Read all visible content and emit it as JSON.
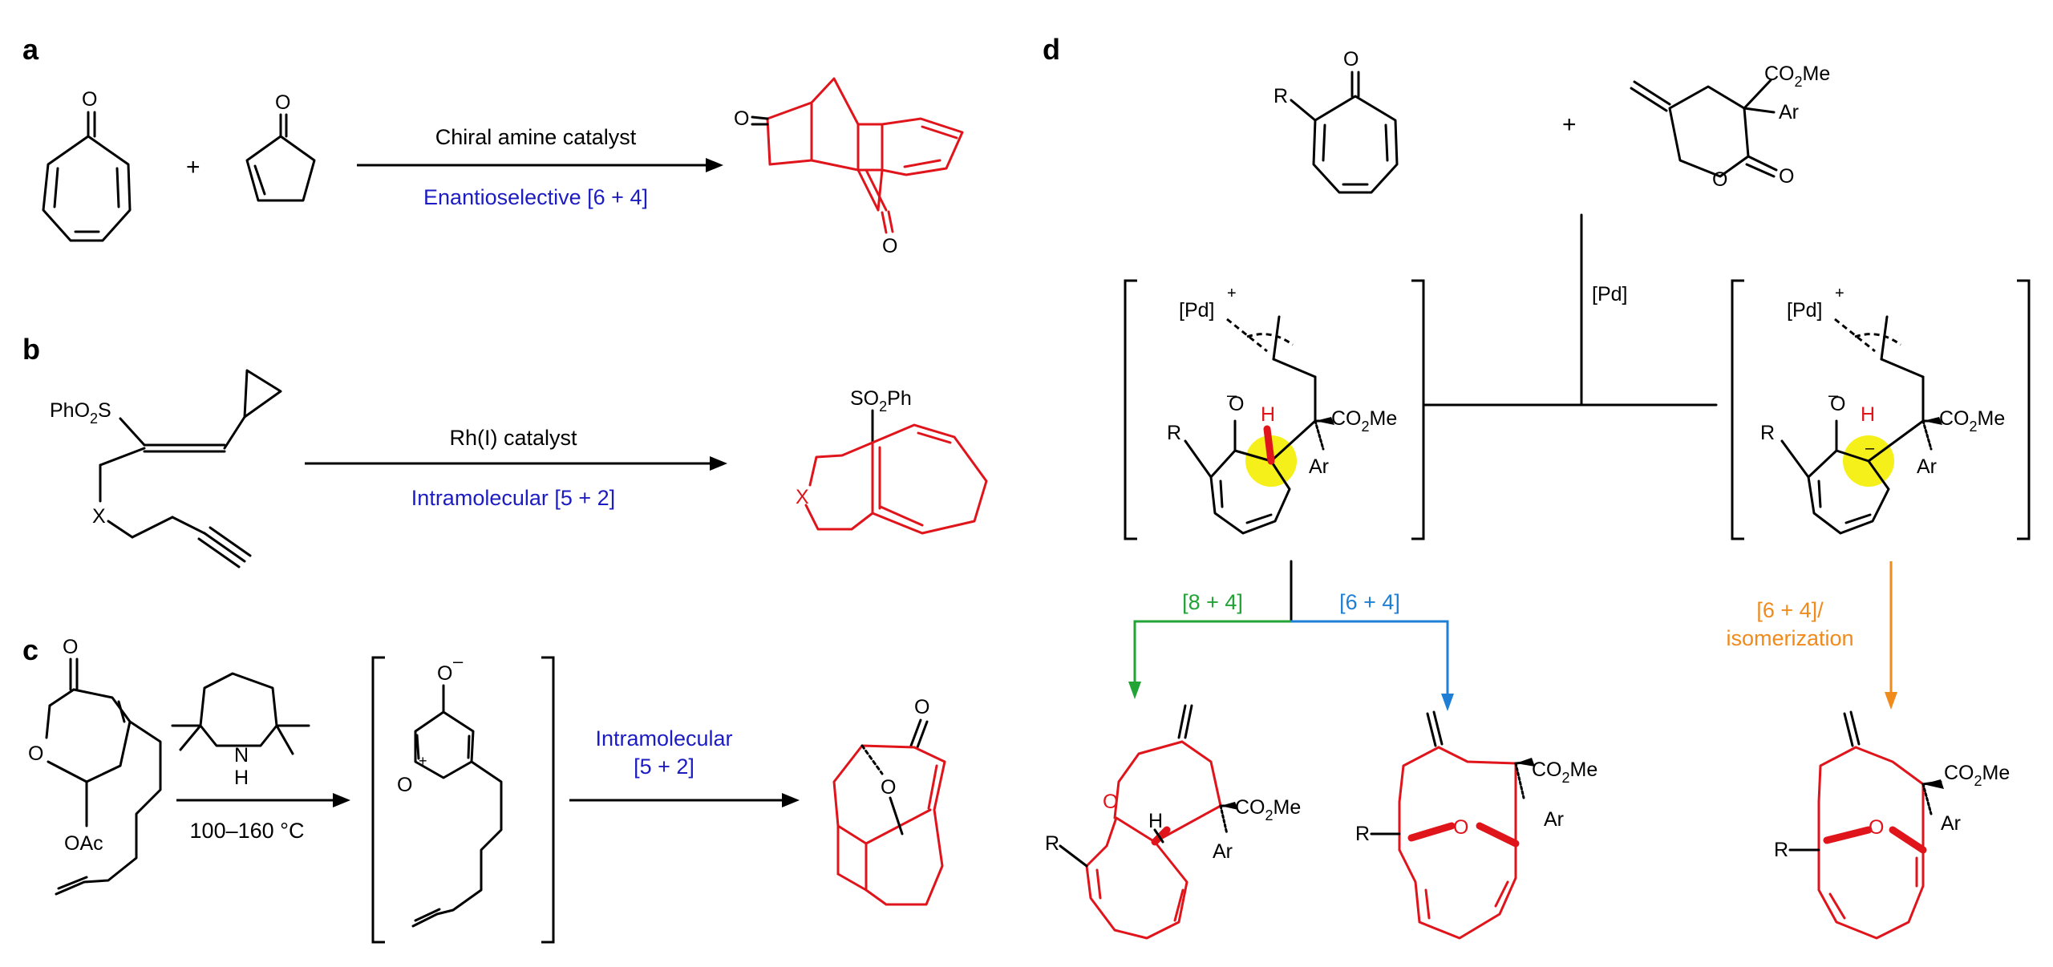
{
  "panels": {
    "a": "a",
    "b": "b",
    "c": "c",
    "d": "d"
  },
  "colors": {
    "product": "#e0141b",
    "condition_text": "#1c1cc2",
    "path_84": "#21a336",
    "path_64": "#1e7fd4",
    "path_iso": "#f08a1a",
    "highlight": "#f5ef1a"
  },
  "a": {
    "reagent": "Chiral amine catalyst",
    "condition": "Enantioselective [6 + 4]",
    "atoms": {
      "o1": "O",
      "o2": "O",
      "o3": "O",
      "o4": "O",
      "plus": "+"
    }
  },
  "b": {
    "sub_1": "PhO",
    "sub_2": "2",
    "sub_3": "S",
    "x": "X",
    "reagent": "Rh(I) catalyst",
    "condition": "Intramolecular [5 + 2]",
    "prod_1": "SO",
    "prod_2": "2",
    "prod_3": "Ph",
    "x_red": "X"
  },
  "c": {
    "o_top": "O",
    "o_ring": "O",
    "oac": "OAc",
    "amine_n": "N",
    "amine_h": "H",
    "temp": "100–160 °C",
    "inter_o": "O",
    "inter_minus": "–",
    "inter_oplus": "O",
    "inter_plus": "+",
    "condition_1": "Intramolecular",
    "condition_2": "[5 + 2]",
    "prod_o1": "O",
    "prod_o2": "O"
  },
  "d": {
    "r": "R",
    "o": "O",
    "plus": "+",
    "co2me_1": "CO",
    "co2me_2": "2",
    "co2me_3": "Me",
    "ar": "Ar",
    "o_ring": "O",
    "o_exo": "O",
    "pd_reagent": "[Pd]",
    "pd_label": "[Pd]",
    "pd_plus": "+",
    "minus": "–",
    "h": "H",
    "path_84": "[8 + 4]",
    "path_64": "[6 + 4]",
    "path_iso_1": "[6 + 4]/",
    "path_iso_2": "isomerization"
  }
}
